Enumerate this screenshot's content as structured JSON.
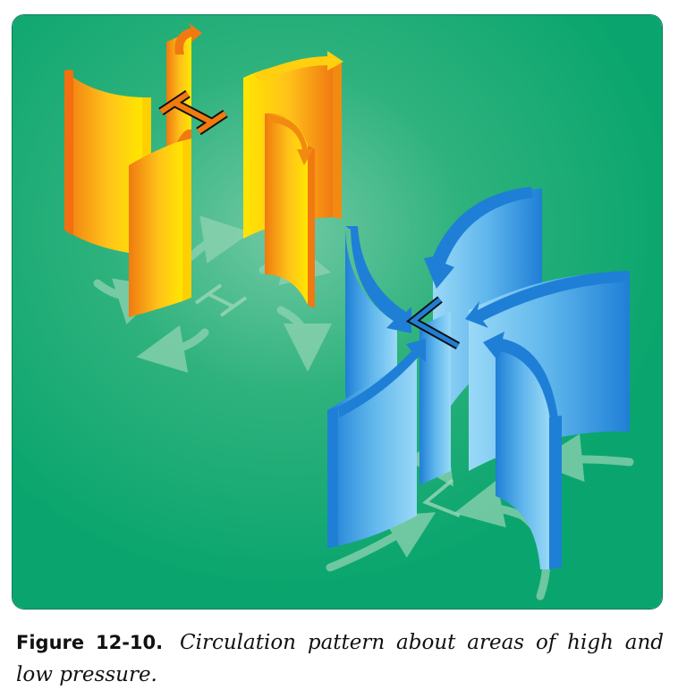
{
  "figure": {
    "high_label": "H",
    "low_label": "L",
    "colors": {
      "background": "#0aa56e",
      "background_glow": "#6ccaa3",
      "high_light": "#ffe600",
      "high_dark": "#f07a10",
      "low_light": "#8fd3f5",
      "low_dark": "#1f7fd6",
      "ghost": "#9ad7b7"
    }
  },
  "caption": {
    "label": "Figure 12-10.",
    "text": "Circulation pattern about areas of high and low pressure."
  }
}
